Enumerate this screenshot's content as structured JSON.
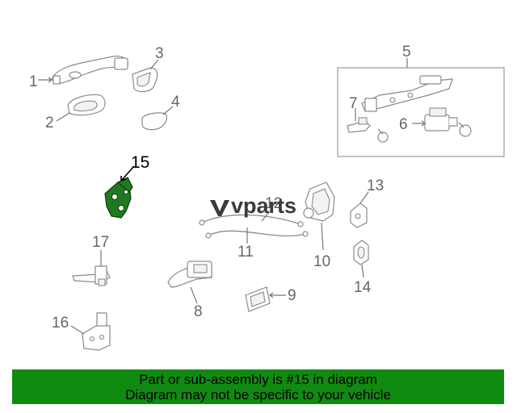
{
  "diagram": {
    "callouts": {
      "c1": "1",
      "c2": "2",
      "c3": "3",
      "c4": "4",
      "c5": "5",
      "c6": "6",
      "c7": "7",
      "c8": "8",
      "c9": "9",
      "c10": "10",
      "c11": "11",
      "c12": "12",
      "c13": "13",
      "c14": "14",
      "c15": "15",
      "c16": "16",
      "c17": "17"
    },
    "highlighted_part": "15",
    "highlight_color": "#1f7a1f"
  },
  "watermark": {
    "text": "vparts"
  },
  "banner": {
    "line1": "Part or sub-assembly is #15 in diagram",
    "line2": "Diagram may not be specific to your vehicle",
    "background": "#118a11"
  }
}
